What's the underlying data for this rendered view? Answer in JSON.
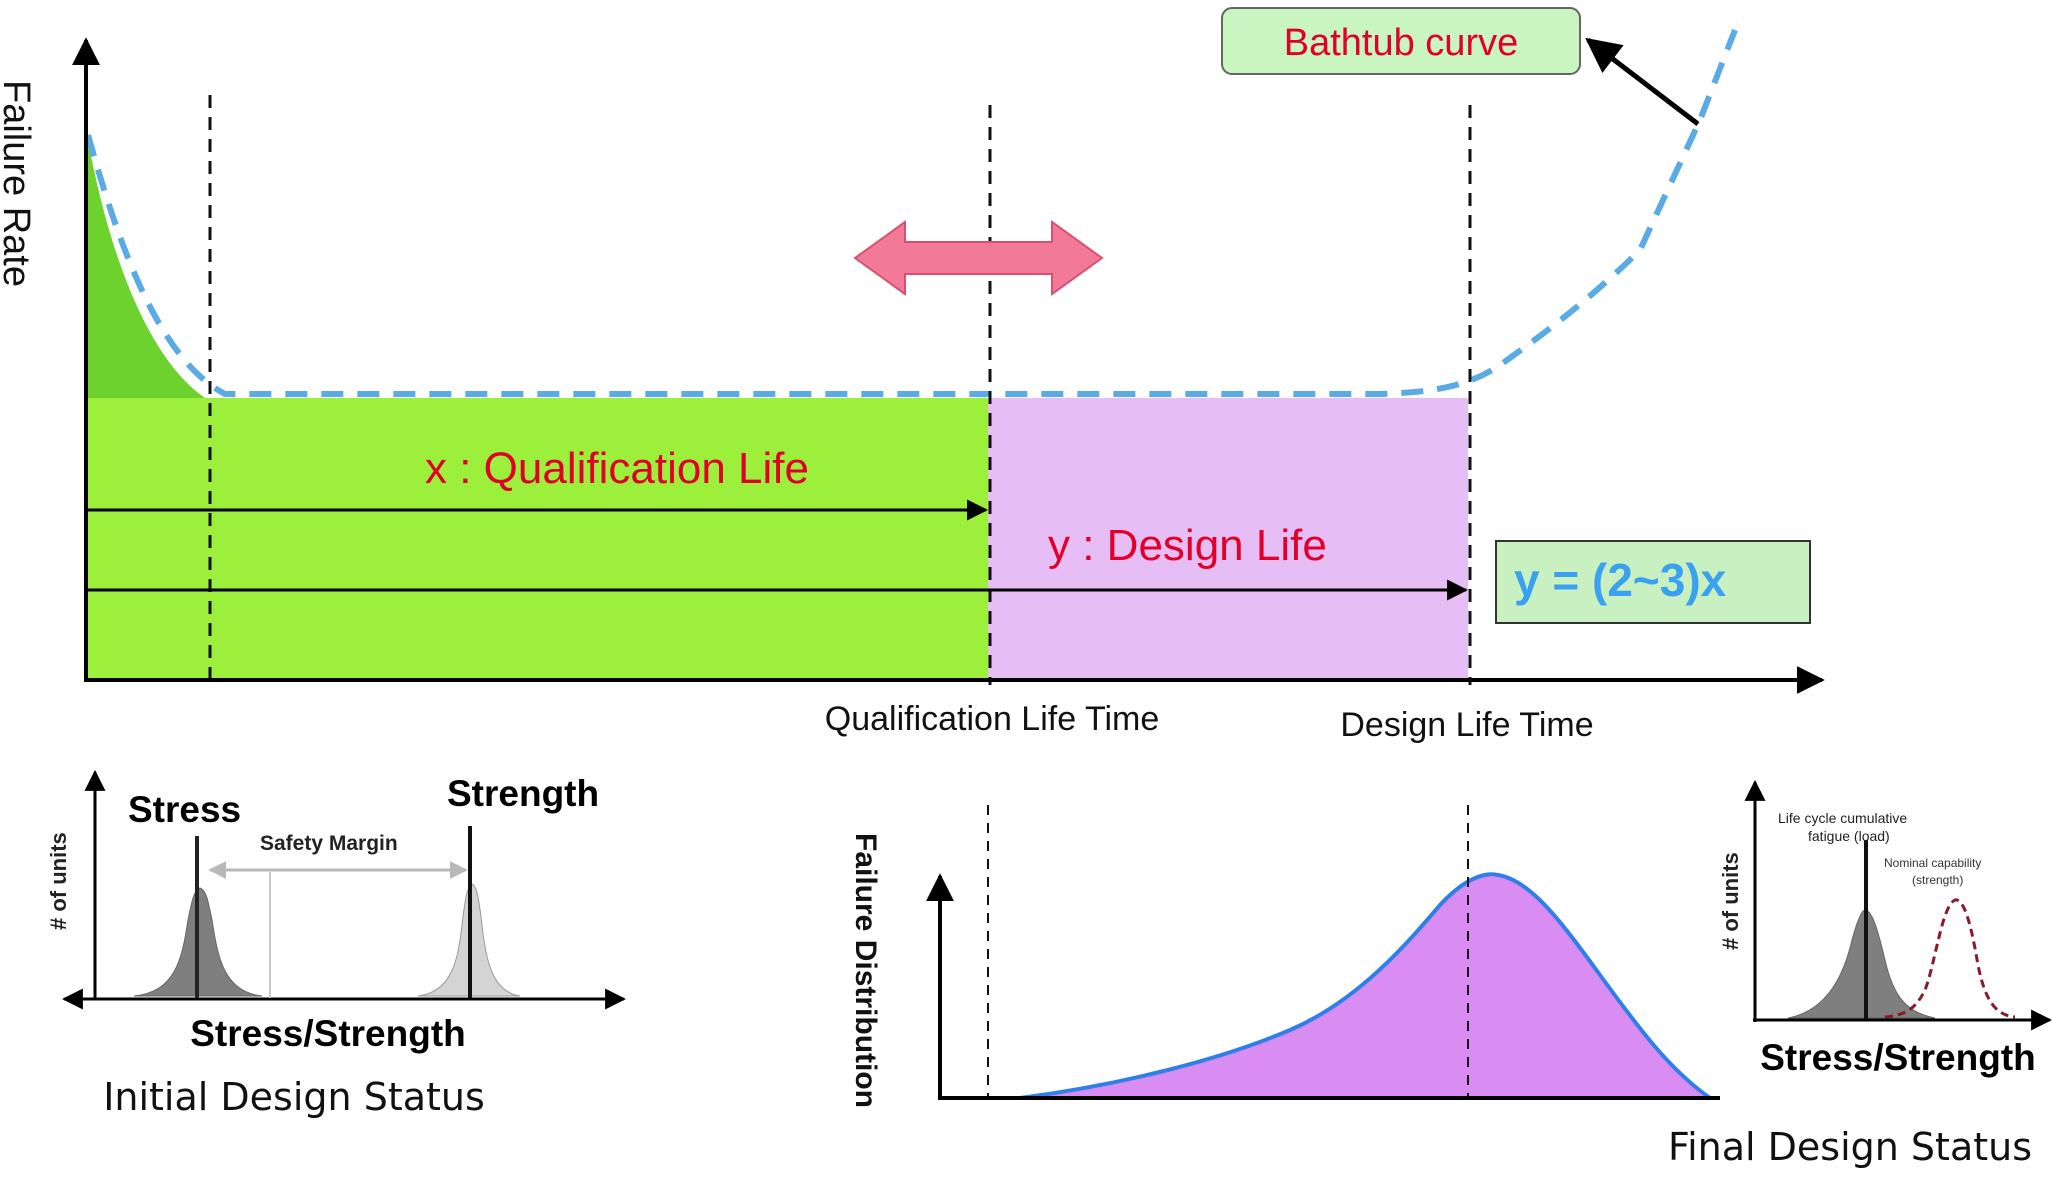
{
  "main_chart": {
    "y_axis_label": "Failure Rate",
    "x_tick_qualification": "Qualification Life Time",
    "x_tick_design": "Design Life Time",
    "bathtub_label": "Bathtub curve",
    "qualification_label": "x : Qualification Life",
    "design_label": "y : Design Life",
    "formula": "y = (2~3)x"
  },
  "initial_panel": {
    "stress_label": "Stress",
    "strength_label": "Strength",
    "margin_label": "Safety Margin",
    "y_axis_label": "# of units",
    "x_axis_label": "Stress/Strength",
    "caption": "Initial Design Status"
  },
  "failure_panel": {
    "y_axis_label": "Failure Distribution"
  },
  "final_panel": {
    "load_label_line1": "Life cycle cumulative",
    "load_label_line2": "fatigue (load)",
    "capability_label_line1": "Nominal capability",
    "capability_label_line2": "(strength)",
    "y_axis_label": "# of units",
    "x_axis_label": "Stress/Strength",
    "caption": "Final Design Status"
  },
  "colors": {
    "qualification_fill": "#9cf03c",
    "design_fill": "#e6bdf5",
    "infant_fill": "#6dd12e",
    "bathtub_line": "#5aaae6",
    "label_red": "#e0002a",
    "formula_text": "#3aa0f0",
    "formula_box": "#c8f0c0",
    "bathtub_box": "#c8f5c0",
    "failure_fill": "#d98cf2",
    "failure_line": "#2f7fe8",
    "double_arrow": "#f27a98"
  }
}
